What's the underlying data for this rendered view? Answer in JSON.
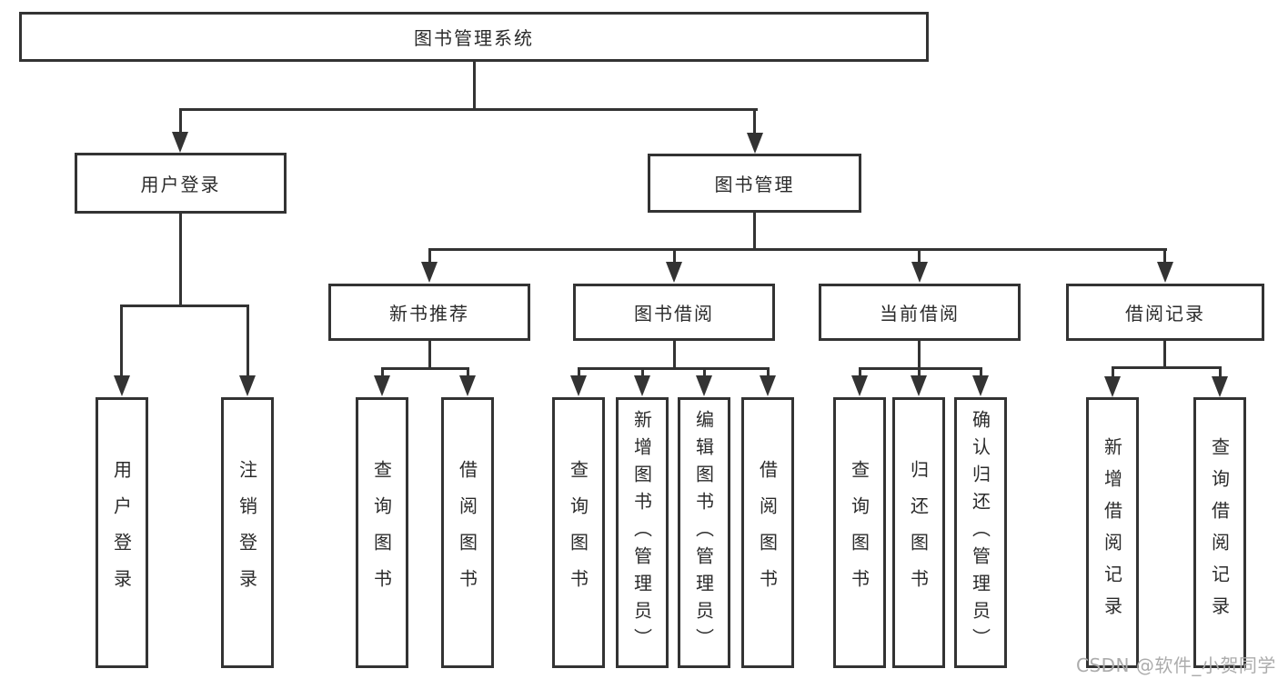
{
  "diagram_title": "图书管理系统",
  "tree": {
    "root": {
      "label": "图书管理系统"
    },
    "branches": [
      {
        "label": "用户登录",
        "children": [
          {
            "label": "用户登录"
          },
          {
            "label": "注销登录"
          }
        ]
      },
      {
        "label": "图书管理",
        "children": [
          {
            "label": "新书推荐",
            "children": [
              {
                "label": "查询图书"
              },
              {
                "label": "借阅图书"
              }
            ]
          },
          {
            "label": "图书借阅",
            "children": [
              {
                "label": "查询图书"
              },
              {
                "label": "新增图书（管理员）"
              },
              {
                "label": "编辑图书（管理员）"
              },
              {
                "label": "借阅图书"
              }
            ]
          },
          {
            "label": "当前借阅",
            "children": [
              {
                "label": "查询图书"
              },
              {
                "label": "归还图书"
              },
              {
                "label": "确认归还（管理员）"
              }
            ]
          },
          {
            "label": "借阅记录",
            "children": [
              {
                "label": "新增借阅记录"
              },
              {
                "label": "查询借阅记录"
              }
            ]
          }
        ]
      }
    ]
  },
  "watermark": "CSDN @软件_小贺同学",
  "colors": {
    "line": "#333333",
    "border": "#333333",
    "text": "#2b2b2b",
    "background": "#ffffff",
    "watermark": "#acacac"
  }
}
